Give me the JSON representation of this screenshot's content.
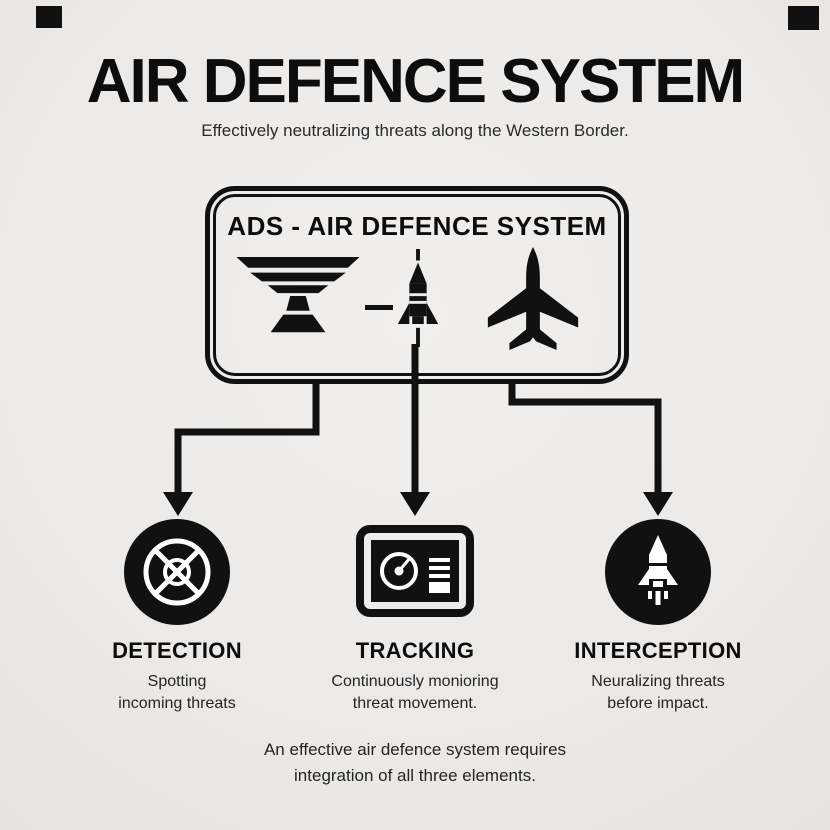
{
  "colors": {
    "background": "#ECEBE9",
    "ink": "#111111",
    "glyph_white": "#FFFFFF"
  },
  "page": {
    "title": "AIR DEFENCE SYSTEM",
    "subtitle": "Effectively neutralizing threats along the Western Border.",
    "footer_line1": "An effective air defence system requires",
    "footer_line2": "integration of all three elements."
  },
  "ads_box": {
    "title": "ADS - AIR DEFENCE SYSTEM",
    "icons": [
      "radar-dish",
      "missile",
      "fighter-jet"
    ]
  },
  "elements": [
    {
      "icon": "radar-scope",
      "label": "DETECTION",
      "desc_line1": "Spotting",
      "desc_line2": "incoming threats"
    },
    {
      "icon": "tracking-monitor",
      "label": "TRACKING",
      "desc_line1": "Continuously monioring",
      "desc_line2": "threat movement."
    },
    {
      "icon": "interceptor-missile",
      "label": "INTERCEPTION",
      "desc_line1": "Neuralizing threats",
      "desc_line2": "before impact."
    }
  ]
}
